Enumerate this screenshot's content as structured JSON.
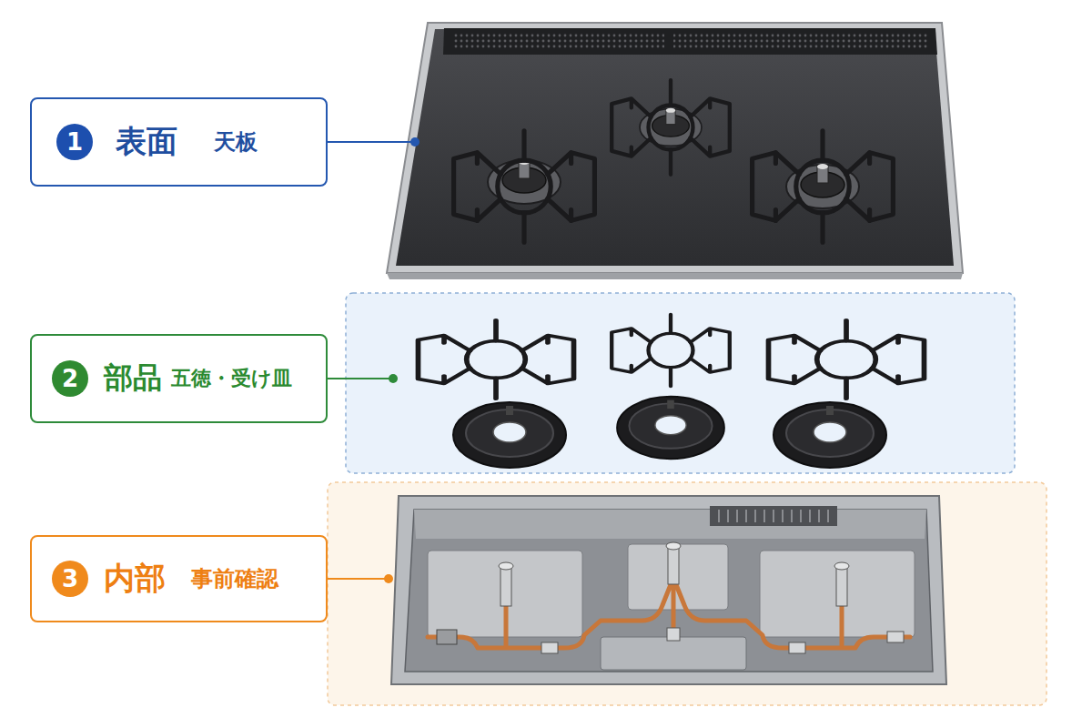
{
  "diagram": {
    "nodes": [
      {
        "text": [
          "表面",
          "天板"
        ]
      },
      {
        "text": [
          "1"
        ],
        "in": 0
      },
      {
        "text": [
          "部品",
          "五徳・受け皿"
        ]
      },
      {
        "text": [
          "2"
        ],
        "in": 2
      },
      {
        "text": [
          "内部",
          "事前確認"
        ]
      },
      {
        "text": [
          "3"
        ],
        "in": 4
      }
    ]
  }
}
